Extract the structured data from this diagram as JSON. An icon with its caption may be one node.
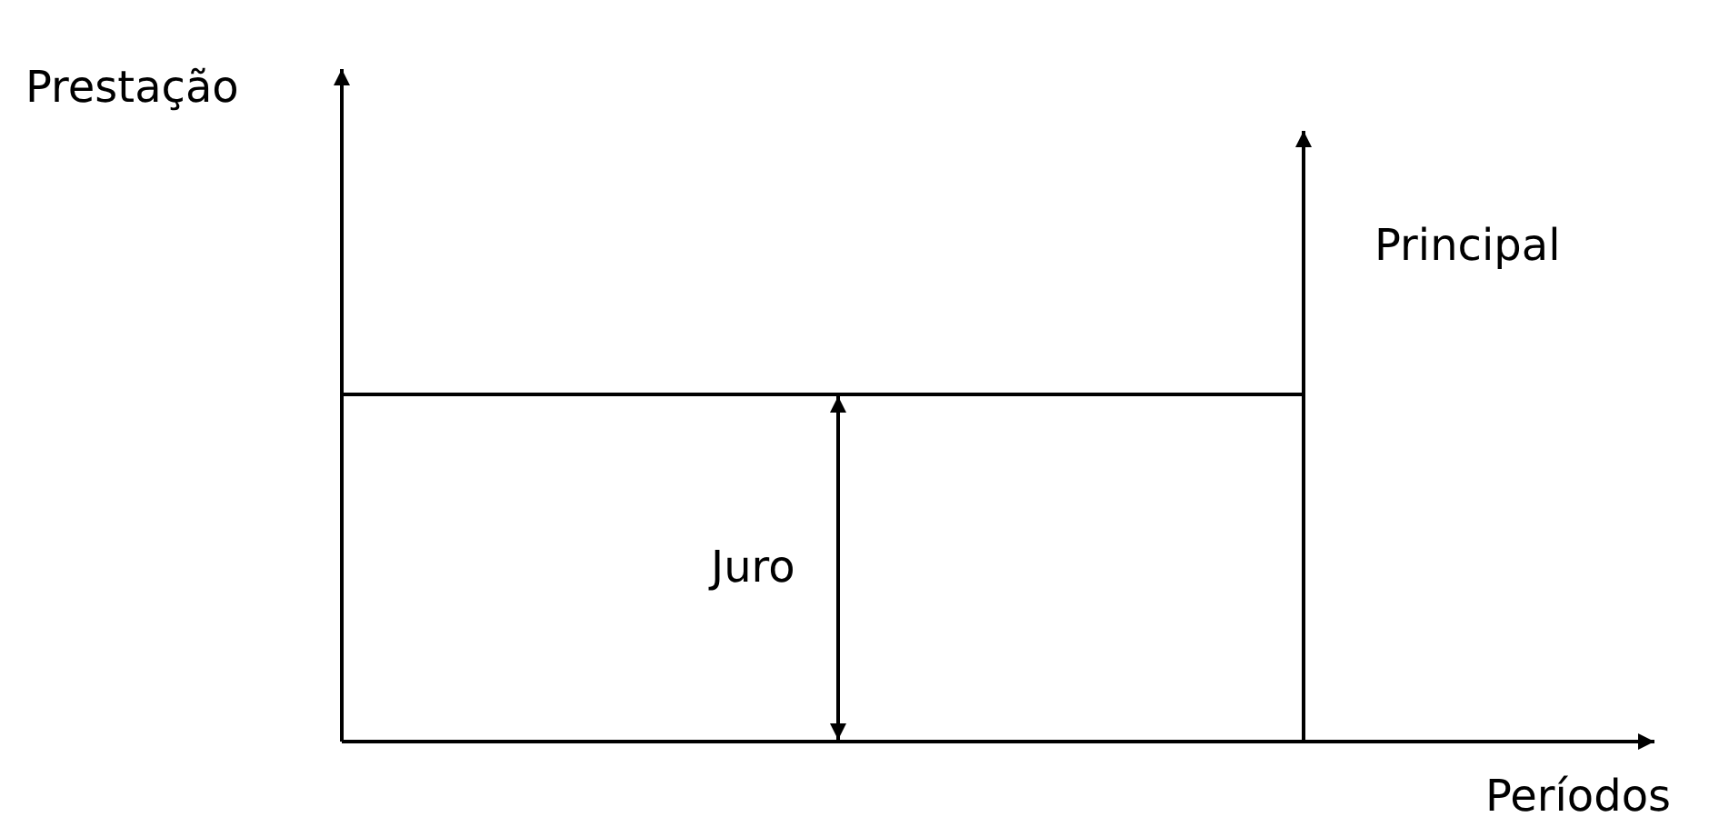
{
  "diagram": {
    "labels": [
      "Prestação",
      "Principal",
      "Juro",
      "Períodos"
    ]
  }
}
